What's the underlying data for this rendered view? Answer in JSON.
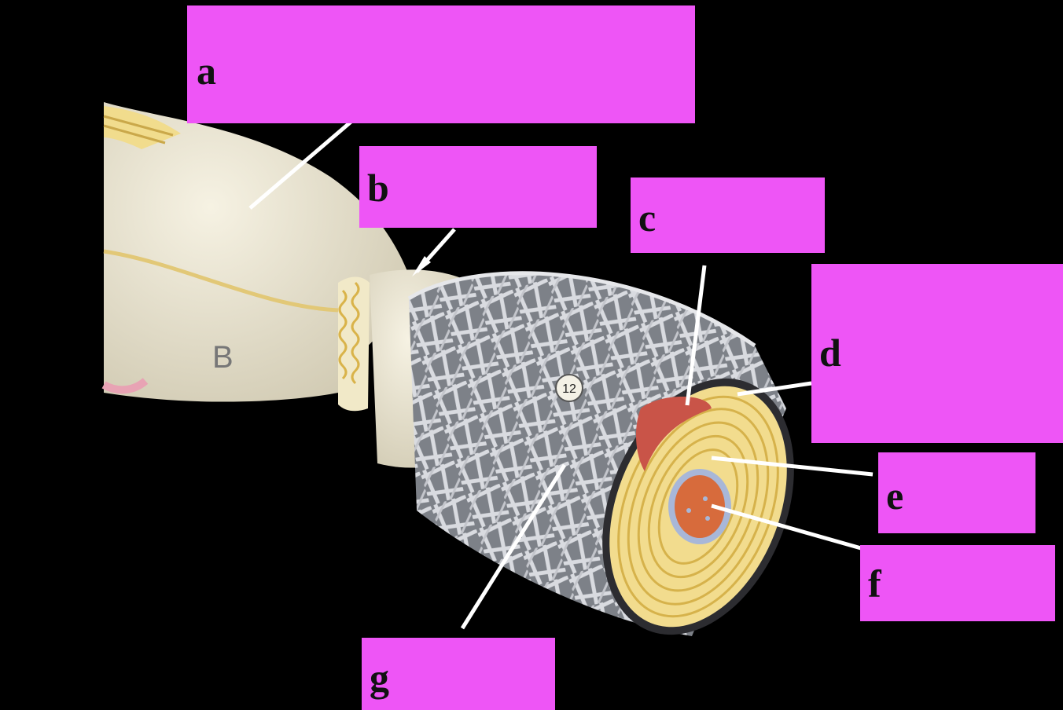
{
  "model": {
    "segment_letter": "B",
    "tag_number": "12"
  },
  "labels": [
    {
      "id": "a",
      "letter": "a"
    },
    {
      "id": "b",
      "letter": "b"
    },
    {
      "id": "c",
      "letter": "c"
    },
    {
      "id": "d",
      "letter": "d"
    },
    {
      "id": "e",
      "letter": "e"
    },
    {
      "id": "f",
      "letter": "f"
    },
    {
      "id": "g",
      "letter": "g"
    }
  ],
  "colors": {
    "background": "#000000",
    "label_fill": "#ee55f6",
    "neurolemmocyte": "#efe9d6",
    "myelin": "#f2dc8e",
    "endoneurium_net": "#8f939a",
    "axon": "#d76b3c",
    "nucleus": "#c95448",
    "pointer": "#ffffff"
  }
}
